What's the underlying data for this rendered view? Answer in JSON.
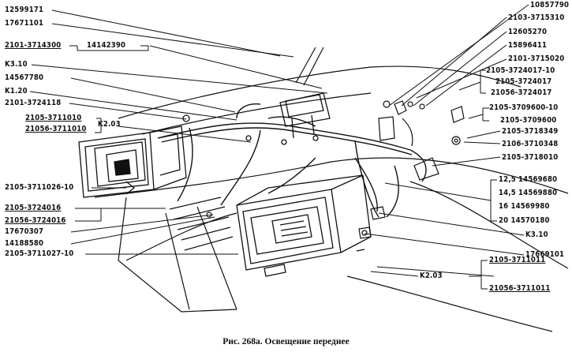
{
  "labels": {
    "l12599171": "12599171",
    "l17671101": "17671101",
    "l2101_3714300": "2101-3714300",
    "l14142390": "14142390",
    "k3_10_left": "K3.10",
    "l14567780": "14567780",
    "k1_20": "K1.20",
    "l2101_3724118": "2101-3724118",
    "l2105_3711010": "2105-3711010",
    "l21056_3711010": "21056-3711010",
    "k2_03_left": "K2.03",
    "l2105_3711026_10": "2105-3711026-10",
    "l2105_3724016": "2105-3724016",
    "l21056_3724016": "21056-3724016",
    "l17670307": "17670307",
    "l14188580": "14188580",
    "l2105_3711027_10": "2105-3711027-10",
    "l10857790": "10857790",
    "l2103_3715310": "2103-3715310",
    "l12605270": "12605270",
    "l15896411": "15896411",
    "l2101_3715020": "2101-3715020",
    "l2105_3724017_10": "2105-3724017-10",
    "l2105_3724017": "2105-3724017",
    "l21056_3724017": "21056-3724017",
    "l2105_3709600_10": "2105-3709600-10",
    "l2105_3709600": "2105-3709600",
    "l2105_3718349": "2105-3718349",
    "l2106_3710348": "2106-3710348",
    "l2105_3718010": "2105-3718010",
    "r12_5": "12,5  14569680",
    "r14_5": "14,5  14569880",
    "r16": "16     14569980",
    "r20": "20     14570180",
    "k3_10_right": "K3.10",
    "l17669101": "17669101",
    "k2_03_right": "K2.03",
    "l2105_3711011": "2105-3711011",
    "l21056_3711011": "21056-3711011"
  },
  "caption": "Рис. 268а. Освещение передиее"
}
